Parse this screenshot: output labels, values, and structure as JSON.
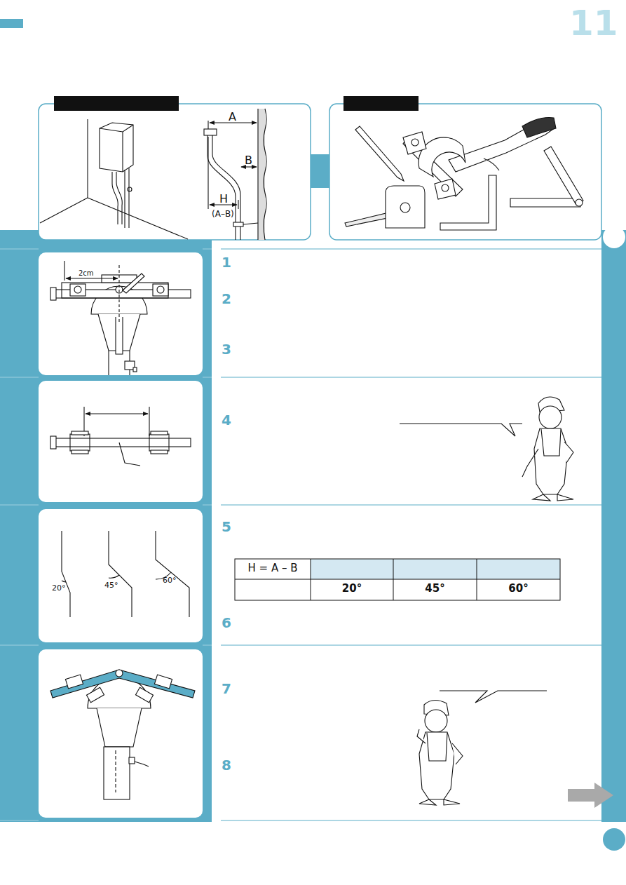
{
  "diagram": {
    "labels": [
      "11",
      "A",
      "B",
      "H",
      "(A–B)",
      "2cm",
      "1",
      "2",
      "3",
      "4",
      "5",
      "H = A – B",
      "20°",
      "45°",
      "60°",
      "20°",
      "45°",
      "60°",
      "6",
      "7",
      "8"
    ]
  }
}
